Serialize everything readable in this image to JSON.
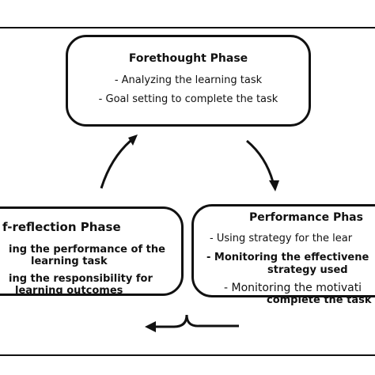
{
  "forethought": {
    "title": "Forethought Phase",
    "items": [
      "- Analyzing the learning task",
      "- Goal setting to complete the task"
    ]
  },
  "performance": {
    "title": "Performance Phas",
    "items": [
      "- Using strategy for the lear",
      "- Monitoring the effectivene",
      "strategy used",
      "- Monitoring the motivati",
      "complete the task"
    ]
  },
  "self_reflection": {
    "title": "f-reflection Phase",
    "items": [
      "ing the performance of the",
      "learning task",
      "ing the responsibility for",
      "learning outcomes"
    ]
  },
  "colors": {
    "stroke": "#111111",
    "background": "#ffffff"
  }
}
